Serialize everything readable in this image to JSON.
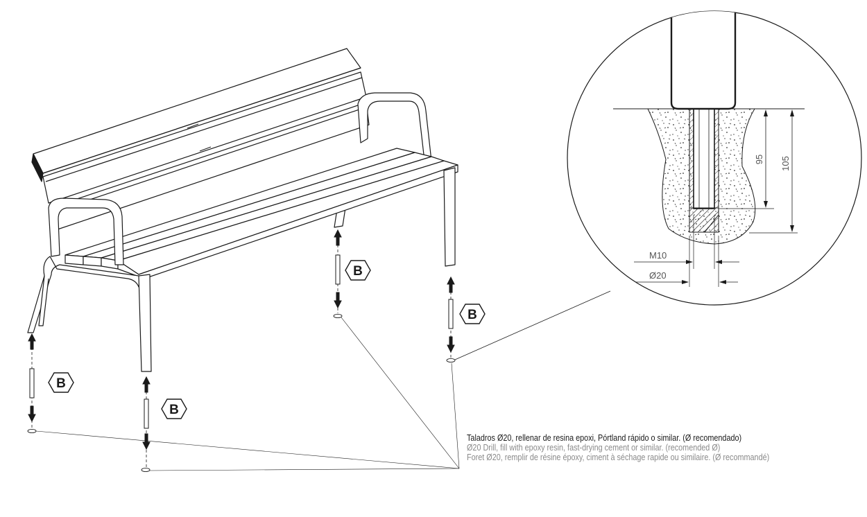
{
  "bolt_label": "B",
  "dimensions": {
    "depth_hole": "95",
    "depth_total": "105",
    "thread": "M10",
    "drill_diameter": "Ø20"
  },
  "note": {
    "es": "Taladros Ø20, rellenar de resina epoxi, Pórtland rápido o similar. (Ø recomendado)",
    "en": "Ø20 Drill, fill with epoxy resin, fast-drying cement or similar. (recomended Ø)",
    "fr": "Foret Ø20, remplir de résine époxy, ciment à séchage rapide ou similaire. (Ø recommandé)"
  },
  "colors": {
    "line": "#1a1a1a",
    "note_secondary": "#8a8a8a"
  }
}
